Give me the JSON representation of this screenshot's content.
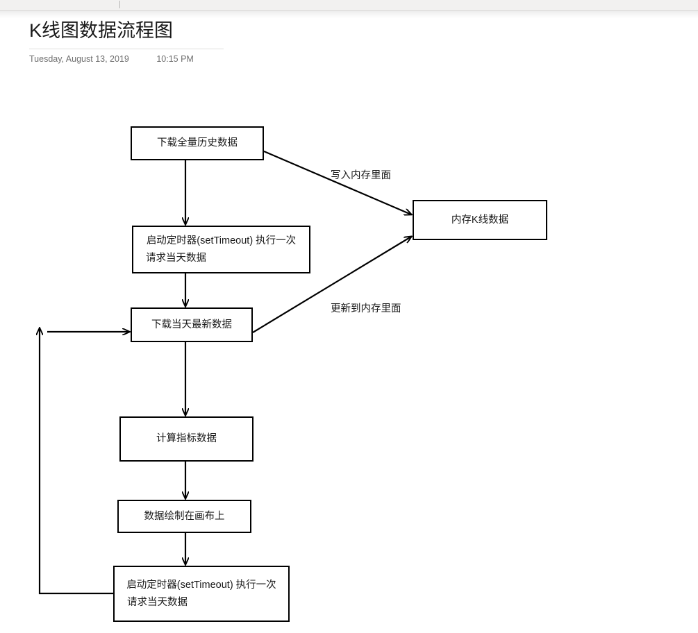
{
  "app": {
    "chrome_bar": "",
    "chrome_tick": ""
  },
  "page": {
    "title": "K线图数据流程图",
    "date": "Tuesday, August 13, 2019",
    "time": "10:15 PM"
  },
  "diagram": {
    "type": "flowchart",
    "title": "K线图数据流程图",
    "nodes": [
      {
        "id": "n1",
        "label": "下载全量历史数据",
        "line1": "下载全量历史数据",
        "line2": ""
      },
      {
        "id": "n2",
        "label": "启动定时器(setTimeout) 执行一次 请求当天数据",
        "line1": "启动定时器(setTimeout) 执行一次",
        "line2": "请求当天数据"
      },
      {
        "id": "n3",
        "label": "下载当天最新数据",
        "line1": "下载当天最新数据",
        "line2": ""
      },
      {
        "id": "n4",
        "label": "内存K线数据",
        "line1": "内存K线数据",
        "line2": ""
      },
      {
        "id": "n5",
        "label": "计算指标数据",
        "line1": "计算指标数据",
        "line2": ""
      },
      {
        "id": "n6",
        "label": "数据绘制在画布上",
        "line1": "数据绘制在画布上",
        "line2": ""
      },
      {
        "id": "n7",
        "label": "启动定时器(setTimeout) 执行一次 请求当天数据",
        "line1": "启动定时器(setTimeout) 执行一次",
        "line2": "请求当天数据"
      }
    ],
    "edges": [
      {
        "from": "n1",
        "to": "n2",
        "label": ""
      },
      {
        "from": "n1",
        "to": "n4",
        "label": "写入内存里面"
      },
      {
        "from": "n2",
        "to": "n3",
        "label": ""
      },
      {
        "from": "n3",
        "to": "n4",
        "label": "更新到内存里面"
      },
      {
        "from": "n3",
        "to": "n5",
        "label": ""
      },
      {
        "from": "n5",
        "to": "n6",
        "label": ""
      },
      {
        "from": "n6",
        "to": "n7",
        "label": ""
      },
      {
        "from": "n7",
        "to": "n3",
        "label": ""
      }
    ],
    "edge_labels": {
      "write_to_memory": "写入内存里面",
      "update_to_memory": "更新到内存里面"
    },
    "colors": {
      "stroke": "#000000",
      "fill": "#ffffff",
      "text": "#1a1a1a"
    }
  }
}
